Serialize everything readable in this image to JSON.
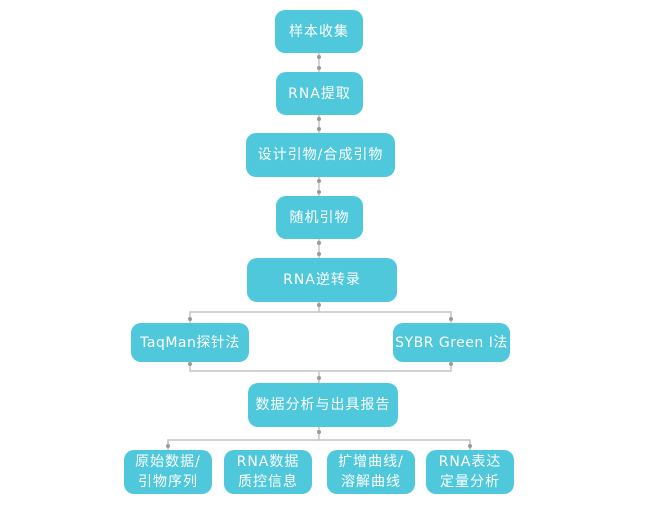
{
  "colors": {
    "box": "#4fc8dc",
    "text": "#ffffff",
    "line": "#c4c4c4",
    "dot": "#9a9a9a"
  },
  "nodes": {
    "sample": "样本收集",
    "extract": "RNA提取",
    "primer_design": "设计引物/合成引物",
    "random_primer": "随机引物",
    "reverse": "RNA逆转录",
    "taqman": "TaqMan探针法",
    "sybr": "SYBR Green Ⅰ法",
    "analysis": "数据分析与出具报告",
    "out1": "原始数据/\n引物序列",
    "out2": "RNA数据\n质控信息",
    "out3": "扩增曲线/\n溶解曲线",
    "out4": "RNA表达\n定量分析"
  }
}
